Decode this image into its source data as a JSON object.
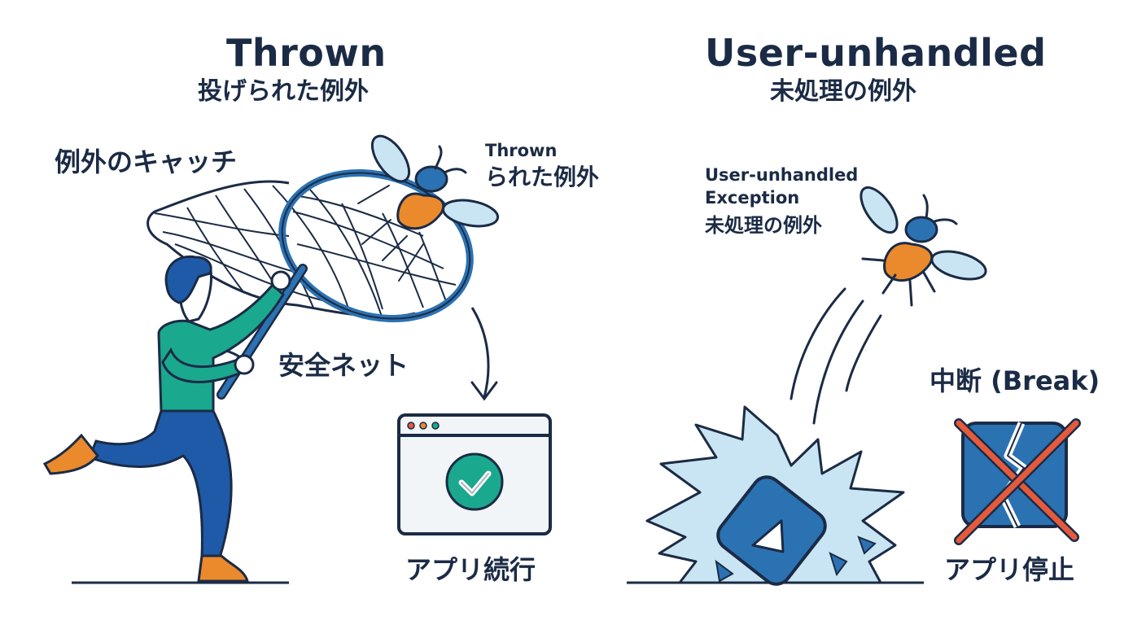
{
  "left": {
    "title_en": "Thrown",
    "title_ja": "投げられた例外",
    "catch_label": "例外のキャッチ",
    "bug_label_en": "Thrown",
    "bug_label_ja": "られた例外",
    "net_label": "安全ネット",
    "result_label": "アプリ続行"
  },
  "right": {
    "title_en": "User-unhandled",
    "title_ja": "未処理の例外",
    "bug_label_line1": "User-unhandled",
    "bug_label_line2": "Exception",
    "bug_label_ja": "未処理の例外",
    "break_label": "中断 (Break)",
    "result_label": "アプリ停止"
  },
  "colors": {
    "ink": "#1b2b45",
    "blue": "#2b72b3",
    "light_blue": "#c9e4f2",
    "teal": "#1aa88e",
    "orange": "#ea8a2c",
    "red": "#e55a3c"
  },
  "icons": [
    "person-icon",
    "butterfly-net-icon",
    "bug-icon",
    "app-window-icon",
    "check-icon",
    "crash-burst-icon",
    "app-icon",
    "broken-app-icon",
    "cross-icon"
  ]
}
